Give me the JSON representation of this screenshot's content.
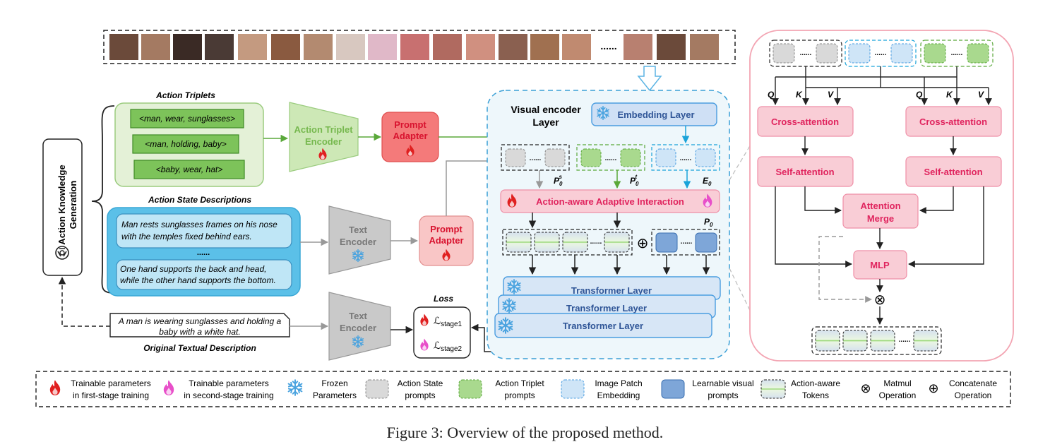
{
  "top_ellipsis": "......",
  "knowledge": {
    "title_line1": "Action Knowledge",
    "title_line2": "Generation",
    "logo_icon": "openai-logo-icon"
  },
  "triplets": {
    "title": "Action Triplets",
    "items": [
      "<man, wear, sunglasses>",
      "<man, holding, baby>",
      "<baby, wear, hat>"
    ]
  },
  "state_desc": {
    "title": "Action State Descriptions",
    "item1_line1": "Man rests sunglasses frames on his nose",
    "item1_line2": "with the temples fixed behind ears.",
    "ellipsis": "......",
    "item2_line1": "One hand supports the back and head,",
    "item2_line2": "while the other hand supports the bottom."
  },
  "original": {
    "line1": "A man is wearing sunglasses and holding a",
    "line2": "baby with a  white hat.",
    "title": "Original Textual Description"
  },
  "encoders": {
    "triplet_line1": "Action Triplet",
    "triplet_line2": "Encoder",
    "text_line1": "Text",
    "text_line2": "Encoder"
  },
  "adapter": {
    "line1": "Prompt",
    "line2": "Adapter"
  },
  "loss": {
    "title": "Loss",
    "stage1": "stage1",
    "stage2": "stage2",
    "symbol": "ℒ"
  },
  "visual": {
    "title_line1": "Visual encoder",
    "title_line2": "Layer",
    "embedding": "Embedding  Layer",
    "p0s_base": "P",
    "p0s_sub": "0",
    "p0s_sup": "s",
    "p0t_base": "P",
    "p0t_sub": "0",
    "p0t_sup": "t",
    "e0_base": "E",
    "e0_sub": "0",
    "p0_base": "P",
    "p0_sub": "0",
    "aaai": "Action-aware Adaptive Interaction",
    "transformer": "Transformer Layer",
    "dots": "......",
    "concat": "⊕"
  },
  "detail": {
    "q": "Q",
    "k": "K",
    "v": "V",
    "cross": "Cross-attention",
    "self": "Self-attention",
    "merge_line1": "Attention",
    "merge_line2": "Merge",
    "mlp": "MLP",
    "matmul": "⊗",
    "dots": "......"
  },
  "legend": {
    "trainable1_line1": "Trainable parameters",
    "trainable1_line2": "in first-stage training",
    "trainable2_line1": "Trainable parameters",
    "trainable2_line2": "in second-stage training",
    "frozen_line1": "Frozen",
    "frozen_line2": "Parameters",
    "state_line1": "Action State",
    "state_line2": "prompts",
    "triplet_line1": "Action Triplet",
    "triplet_line2": "prompts",
    "patch_line1": "Image Patch",
    "patch_line2": "Embedding",
    "learn_line1": "Learnable visual",
    "learn_line2": "prompts",
    "tokens_line1": "Action-aware",
    "tokens_line2": "Tokens",
    "matmul_line1": "Matmul",
    "matmul_line2": "Operation",
    "concat_line1": "Concatenate",
    "concat_line2": "Operation"
  },
  "caption": "Figure 3: Overview of the proposed method.",
  "colors": {
    "green_fill": "#7dc35a",
    "green_light": "#e4f1d7",
    "blue_fill": "#5bc0e8",
    "blue_light": "#d4ecf8",
    "pink_fill": "#f9cdd6",
    "pink_text": "#e0245e",
    "red_fill": "#f47a7a",
    "tf_fill": "#cfe0f5",
    "tf_text": "#2f5597",
    "gray_fill": "#bdbdbd"
  }
}
